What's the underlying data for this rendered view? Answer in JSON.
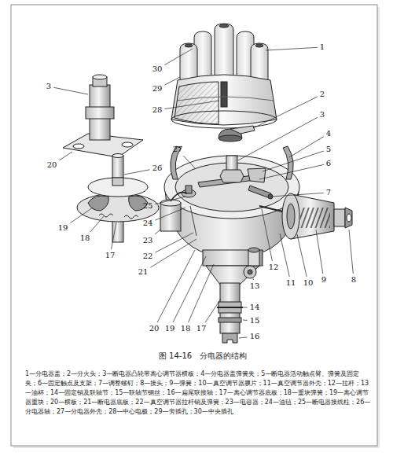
{
  "diagram": {
    "caption": "图 14-16　分电器的结构",
    "labels": [
      "1",
      "2",
      "3",
      "4",
      "5",
      "6",
      "7",
      "8",
      "9",
      "10",
      "11",
      "12",
      "13",
      "14",
      "15",
      "16",
      "3",
      "20",
      "26",
      "19",
      "18",
      "17",
      "30",
      "29",
      "28",
      "27",
      "25",
      "24",
      "23",
      "22",
      "21",
      "20",
      "19",
      "18",
      "17",
      "1—分电器盖；2—分火头；3—断电器凸轮带离心调节器横板；4—分电器盖弹簧夹；5—断电器活动触点臂、弹簧及固定夹；6—固定触点及支架；7—调整螺钉；8—接头；9—弹簧；10—真空调节器膜片；11—真空调节器外壳；12—拉杆；13—油杯；14—固定销及联轴节；15—联轴节钢丝；16—扁尾联接轴；17—离心调节器底板；18—重块弹簧；19—离心调节器重块；20—横板；21—断电器底板；22—真空调节器拉杆销及弹簧；23—电容器；24—油毡；25—断电器接线柱；26—分电器轴；27—分电器外壳；28—中心电极；29—旁插孔；30—中央插孔"
    ]
  }
}
